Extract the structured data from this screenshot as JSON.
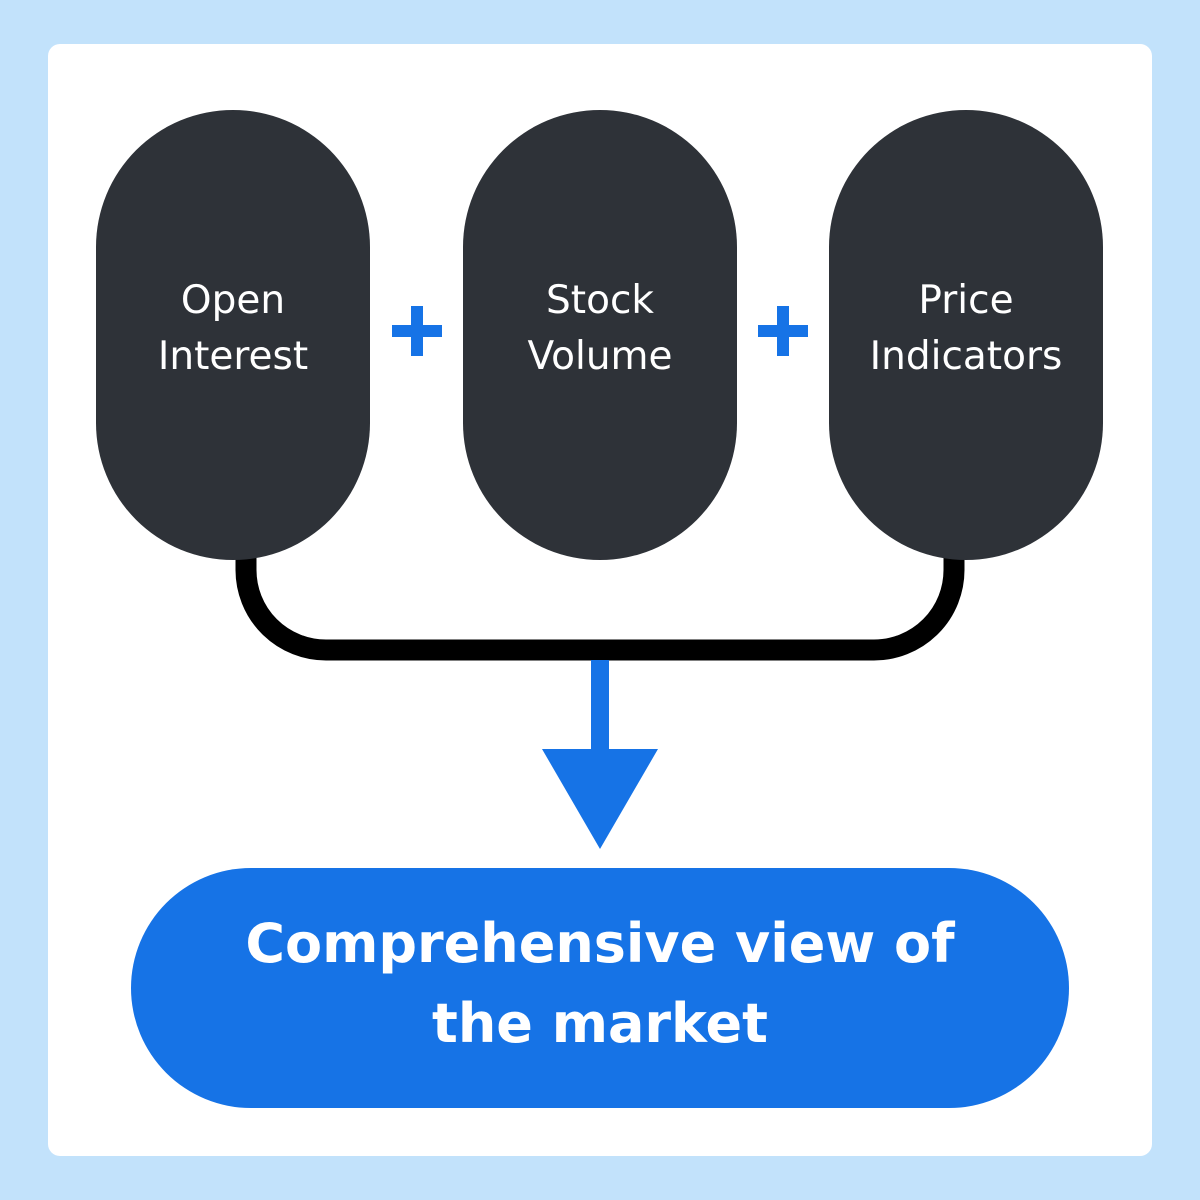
{
  "inputs": [
    {
      "line1": "Open",
      "line2": "Interest"
    },
    {
      "line1": "Stock",
      "line2": "Volume"
    },
    {
      "line1": "Price",
      "line2": "Indicators"
    }
  ],
  "operator_symbol": "+",
  "result": {
    "line1": "Comprehensive view of",
    "line2": "the market"
  },
  "colors": {
    "background": "#c2e2fb",
    "card": "#ffffff",
    "input_node": "#2e3238",
    "accent": "#1673e6",
    "connector": "#000000"
  }
}
